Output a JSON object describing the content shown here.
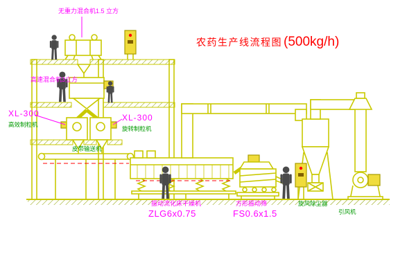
{
  "title": {
    "name": "农药生产线流程图",
    "capacity": "(500kg/h)"
  },
  "labels": {
    "top_mixer": "无重力混合机1.5 立方",
    "high_speed_mixer": "高速混合机3立方",
    "granulator_left_model": "XL-300",
    "granulator_left_name": "高效制粒机",
    "granulator_mid_model": "XL-300",
    "granulator_mid_name": "旋转制粒机",
    "belt_conveyor": "皮带输送机",
    "dryer_name": "振动流化床干燥机",
    "dryer_model": "ZLG6x0.75",
    "screen_name": "方形振动筛",
    "screen_model": "FS0.6x1.5",
    "cyclone_name": "旋风除尘器",
    "fan_name": "引风机"
  },
  "colors": {
    "line_yellow": "#c9c900",
    "hatch_green": "#8fa300",
    "label_magenta": "#ff00ff",
    "label_green": "#009900",
    "title_red": "#ff0000",
    "indicator_red": "#ff0000",
    "cabinet_yellow": "#f0dc3c",
    "figure_gray": "#4a4a4a",
    "background": "#ffffff"
  }
}
